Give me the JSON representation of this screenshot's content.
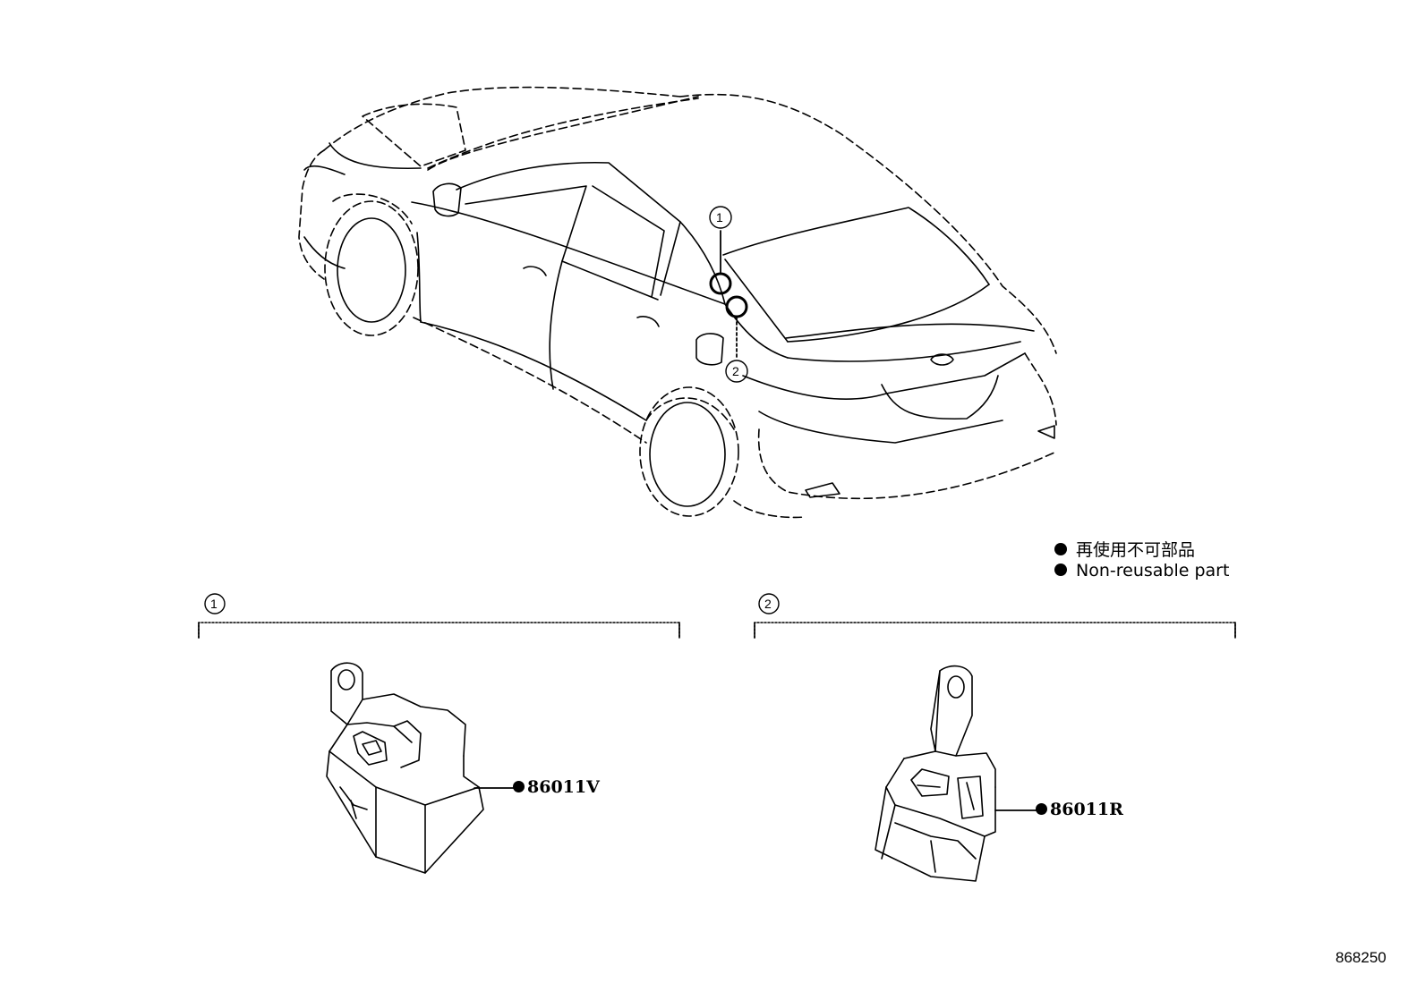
{
  "legend": {
    "japanese": "再使用不可部品",
    "english": "Non-reusable part"
  },
  "callouts": [
    {
      "number": "1"
    },
    {
      "number": "2"
    }
  ],
  "sections": [
    {
      "number": "1",
      "part_number": "86011V"
    },
    {
      "number": "2",
      "part_number": "86011R"
    }
  ],
  "figure_number": "868250"
}
